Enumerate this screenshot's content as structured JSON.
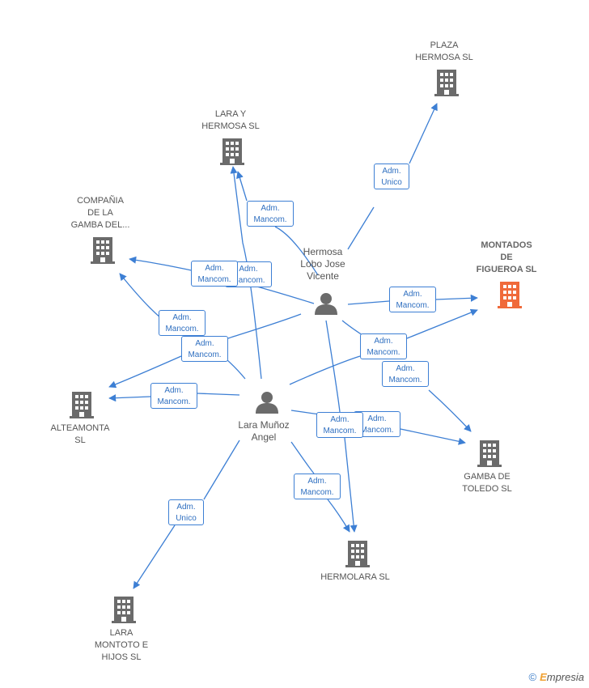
{
  "colors": {
    "edge": "#3d7fd4",
    "building": "#6b6b6b",
    "building_main": "#f06a3a",
    "person": "#6b6b6b"
  },
  "companies": [
    {
      "id": "plaza",
      "label": "PLAZA\nHERMOSA SL",
      "main": false
    },
    {
      "id": "lara_hermosa",
      "label": "LARA Y\nHERMOSA SL",
      "main": false
    },
    {
      "id": "compania",
      "label": "COMPAÑIA\nDE LA\nGAMBA DEL...",
      "main": false
    },
    {
      "id": "montados",
      "label": "MONTADOS\nDE\nFIGUEROA SL",
      "main": true
    },
    {
      "id": "alteamonta",
      "label": "ALTEAMONTA\nSL",
      "main": false
    },
    {
      "id": "gamba_toledo",
      "label": "GAMBA DE\nTOLEDO SL",
      "main": false
    },
    {
      "id": "hermolara",
      "label": "HERMOLARA  SL",
      "main": false
    },
    {
      "id": "lara_montoto",
      "label": "LARA\nMONTOTO E\nHIJOS SL",
      "main": false
    }
  ],
  "persons": [
    {
      "id": "hermosa",
      "label": "Hermosa\nLobo Jose\nVicente"
    },
    {
      "id": "lara",
      "label": "Lara Muñoz\nAngel"
    }
  ],
  "edge_labels": [
    "Adm.\nUnico",
    "Adm.\nMancom.",
    "Adm.\nMancom.",
    "Adm.\nMancom.",
    "Adm.\nMancom.",
    "Adm.\nMancom.",
    "Adm.\nMancom.",
    "Adm.\nMancom.",
    "Adm.\nMancom.",
    "Adm.\nMancom.",
    "Adm.\nMancom.",
    "Adm.\nMancom.",
    "Adm.\nMancom.",
    "Adm.\nUnico"
  ],
  "footer": {
    "copyright_symbol": "©",
    "brand_initial": "E",
    "brand_rest": "mpresia"
  }
}
